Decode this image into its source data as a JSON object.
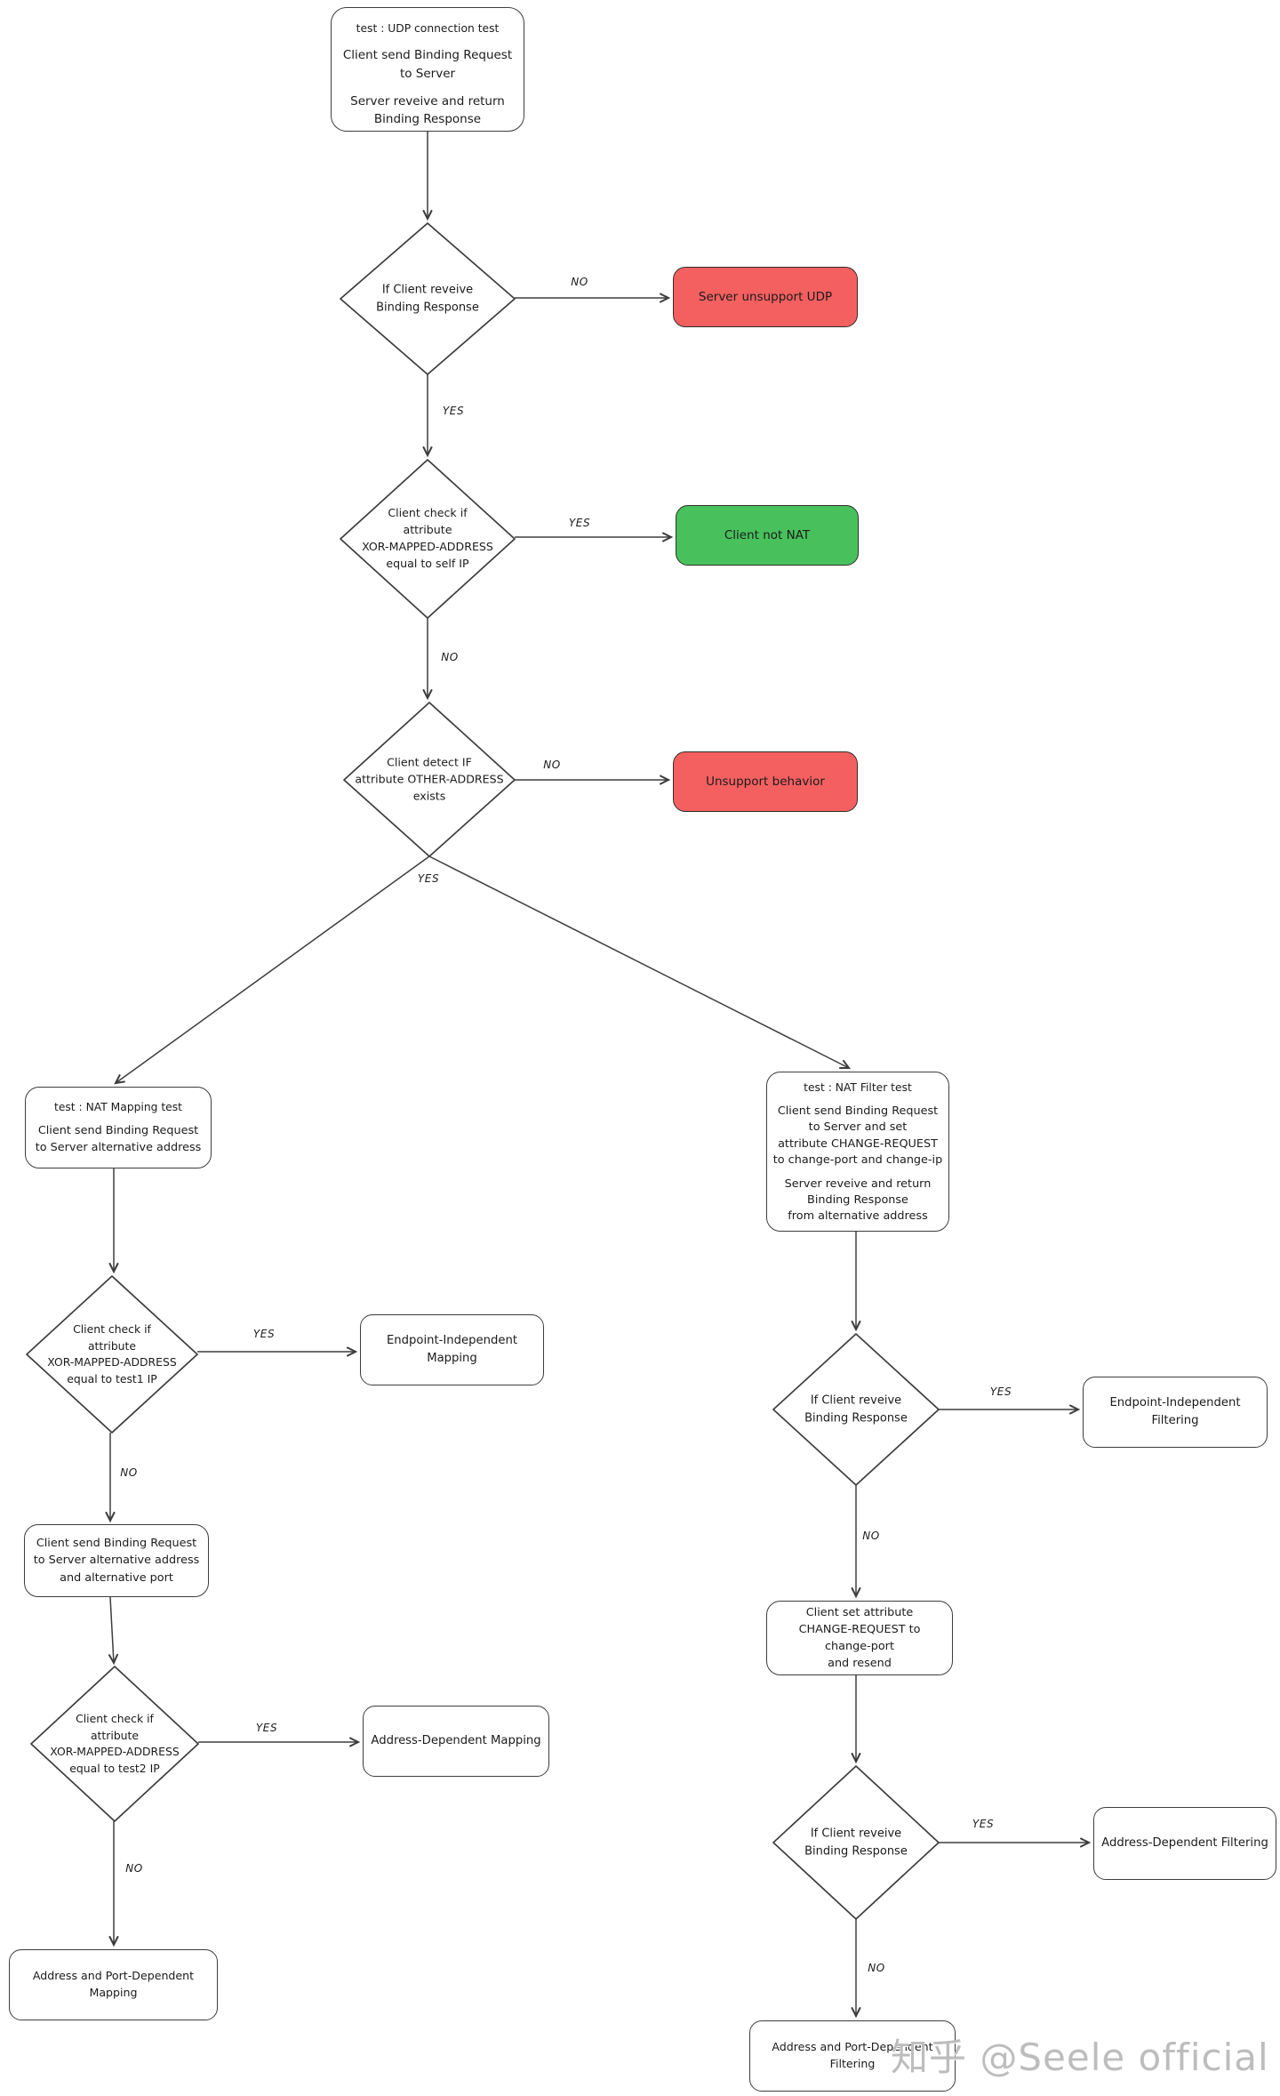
{
  "diagram": {
    "labels": {
      "yes": "YES",
      "no": "NO"
    },
    "colors": {
      "stroke": "#3d3d3d",
      "red_fill": "#f46060",
      "green_fill": "#48c15c",
      "text": "#1b1b1b",
      "watermark": "#bdbdbd"
    },
    "nodes": {
      "start": {
        "title": "test : UDP connection test",
        "p1": "Client send Binding Request\nto Server",
        "p2": "Server reveive and return\nBinding Response"
      },
      "d_receive_response_1": {
        "label": "If Client reveive\nBinding Response"
      },
      "server_unsupport_udp": {
        "label": "Server unsupport UDP"
      },
      "d_xor_self_ip": {
        "label": "Client check if\nattribute\nXOR-MAPPED-ADDRESS\nequal to self IP"
      },
      "client_not_nat": {
        "label": "Client not NAT"
      },
      "d_other_address": {
        "label": "Client detect IF\nattribute OTHER-ADDRESS\nexists"
      },
      "unsupport_behavior": {
        "label": "Unsupport behavior"
      },
      "nat_mapping_test": {
        "title": "test : NAT Mapping test",
        "p1": "Client send Binding Request\nto Server alternative address"
      },
      "nat_filter_test": {
        "title": "test : NAT Filter test",
        "p1": "Client send Binding Request\nto Server and set\nattribute CHANGE-REQUEST\nto change-port and change-ip",
        "p2": "Server reveive and return\nBinding Response\nfrom alternative address"
      },
      "d_xor_test1_ip": {
        "label": "Client check if\nattribute\nXOR-MAPPED-ADDRESS\nequal to test1 IP"
      },
      "endpoint_independent_mapping": {
        "label": "Endpoint-Independent Mapping"
      },
      "send_alt_addr_port": {
        "label": "Client send Binding Request\nto Server alternative address\nand alternative port"
      },
      "d_xor_test2_ip": {
        "label": "Client check if\nattribute\nXOR-MAPPED-ADDRESS\nequal to test2 IP"
      },
      "address_dependent_mapping": {
        "label": "Address-Dependent Mapping"
      },
      "address_port_dependent_mapping": {
        "label": "Address and Port-Dependent Mapping"
      },
      "d_receive_response_r1": {
        "label": "If Client reveive\nBinding Response"
      },
      "endpoint_independent_filtering": {
        "label": "Endpoint-Independent Filtering"
      },
      "change_request_resend": {
        "label": "Client set attribute\nCHANGE-REQUEST to\nchange-port\nand resend"
      },
      "d_receive_response_r2": {
        "label": "If Client reveive\nBinding Response"
      },
      "address_dependent_filtering": {
        "label": "Address-Dependent Filtering"
      },
      "address_port_dependent_filtering": {
        "label": "Address and Port-Dependent Filtering"
      }
    },
    "watermark": "知乎 @Seele official"
  }
}
